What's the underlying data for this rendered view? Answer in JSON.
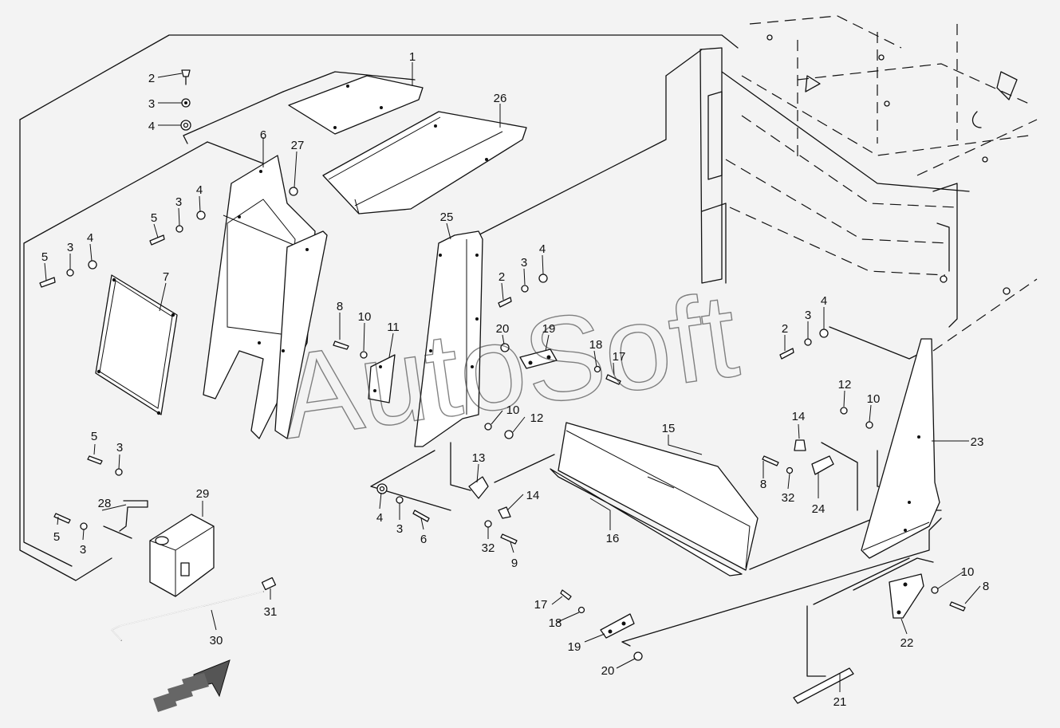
{
  "watermark": "AutoSoft",
  "callouts": [
    {
      "id": "c1",
      "text": "1"
    },
    {
      "id": "c2a",
      "text": "2"
    },
    {
      "id": "c3a",
      "text": "3"
    },
    {
      "id": "c4a",
      "text": "4"
    },
    {
      "id": "c6a",
      "text": "6"
    },
    {
      "id": "c27",
      "text": "27"
    },
    {
      "id": "c26",
      "text": "26"
    },
    {
      "id": "c5b",
      "text": "5"
    },
    {
      "id": "c3b",
      "text": "3"
    },
    {
      "id": "c4b",
      "text": "4"
    },
    {
      "id": "c5c",
      "text": "5"
    },
    {
      "id": "c3c",
      "text": "3"
    },
    {
      "id": "c4c",
      "text": "4"
    },
    {
      "id": "c7",
      "text": "7"
    },
    {
      "id": "c25",
      "text": "25"
    },
    {
      "id": "c2d",
      "text": "2"
    },
    {
      "id": "c3d",
      "text": "3"
    },
    {
      "id": "c4d",
      "text": "4"
    },
    {
      "id": "c8a",
      "text": "8"
    },
    {
      "id": "c10a",
      "text": "10"
    },
    {
      "id": "c11",
      "text": "11"
    },
    {
      "id": "c20a",
      "text": "20"
    },
    {
      "id": "c19a",
      "text": "19"
    },
    {
      "id": "c18a",
      "text": "18"
    },
    {
      "id": "c17a",
      "text": "17"
    },
    {
      "id": "c2e",
      "text": "2"
    },
    {
      "id": "c3e",
      "text": "3"
    },
    {
      "id": "c4e",
      "text": "4"
    },
    {
      "id": "c10b",
      "text": "10"
    },
    {
      "id": "c12a",
      "text": "12"
    },
    {
      "id": "c12b",
      "text": "12"
    },
    {
      "id": "c10c",
      "text": "10"
    },
    {
      "id": "c23",
      "text": "23"
    },
    {
      "id": "c14a",
      "text": "14"
    },
    {
      "id": "c15",
      "text": "15"
    },
    {
      "id": "c8b",
      "text": "8"
    },
    {
      "id": "c32a",
      "text": "32"
    },
    {
      "id": "c24",
      "text": "24"
    },
    {
      "id": "c5d",
      "text": "5"
    },
    {
      "id": "c3f",
      "text": "3"
    },
    {
      "id": "c28",
      "text": "28"
    },
    {
      "id": "c29",
      "text": "29"
    },
    {
      "id": "c5e",
      "text": "5"
    },
    {
      "id": "c3g",
      "text": "3"
    },
    {
      "id": "c13",
      "text": "13"
    },
    {
      "id": "c14b",
      "text": "14"
    },
    {
      "id": "c4f",
      "text": "4"
    },
    {
      "id": "c3h",
      "text": "3"
    },
    {
      "id": "c6b",
      "text": "6"
    },
    {
      "id": "c32b",
      "text": "32"
    },
    {
      "id": "c9",
      "text": "9"
    },
    {
      "id": "c16",
      "text": "16"
    },
    {
      "id": "c31",
      "text": "31"
    },
    {
      "id": "c30",
      "text": "30"
    },
    {
      "id": "c17b",
      "text": "17"
    },
    {
      "id": "c18b",
      "text": "18"
    },
    {
      "id": "c19b",
      "text": "19"
    },
    {
      "id": "c20b",
      "text": "20"
    },
    {
      "id": "c10d",
      "text": "10"
    },
    {
      "id": "c8c",
      "text": "8"
    },
    {
      "id": "c22",
      "text": "22"
    },
    {
      "id": "c21",
      "text": "21"
    }
  ]
}
